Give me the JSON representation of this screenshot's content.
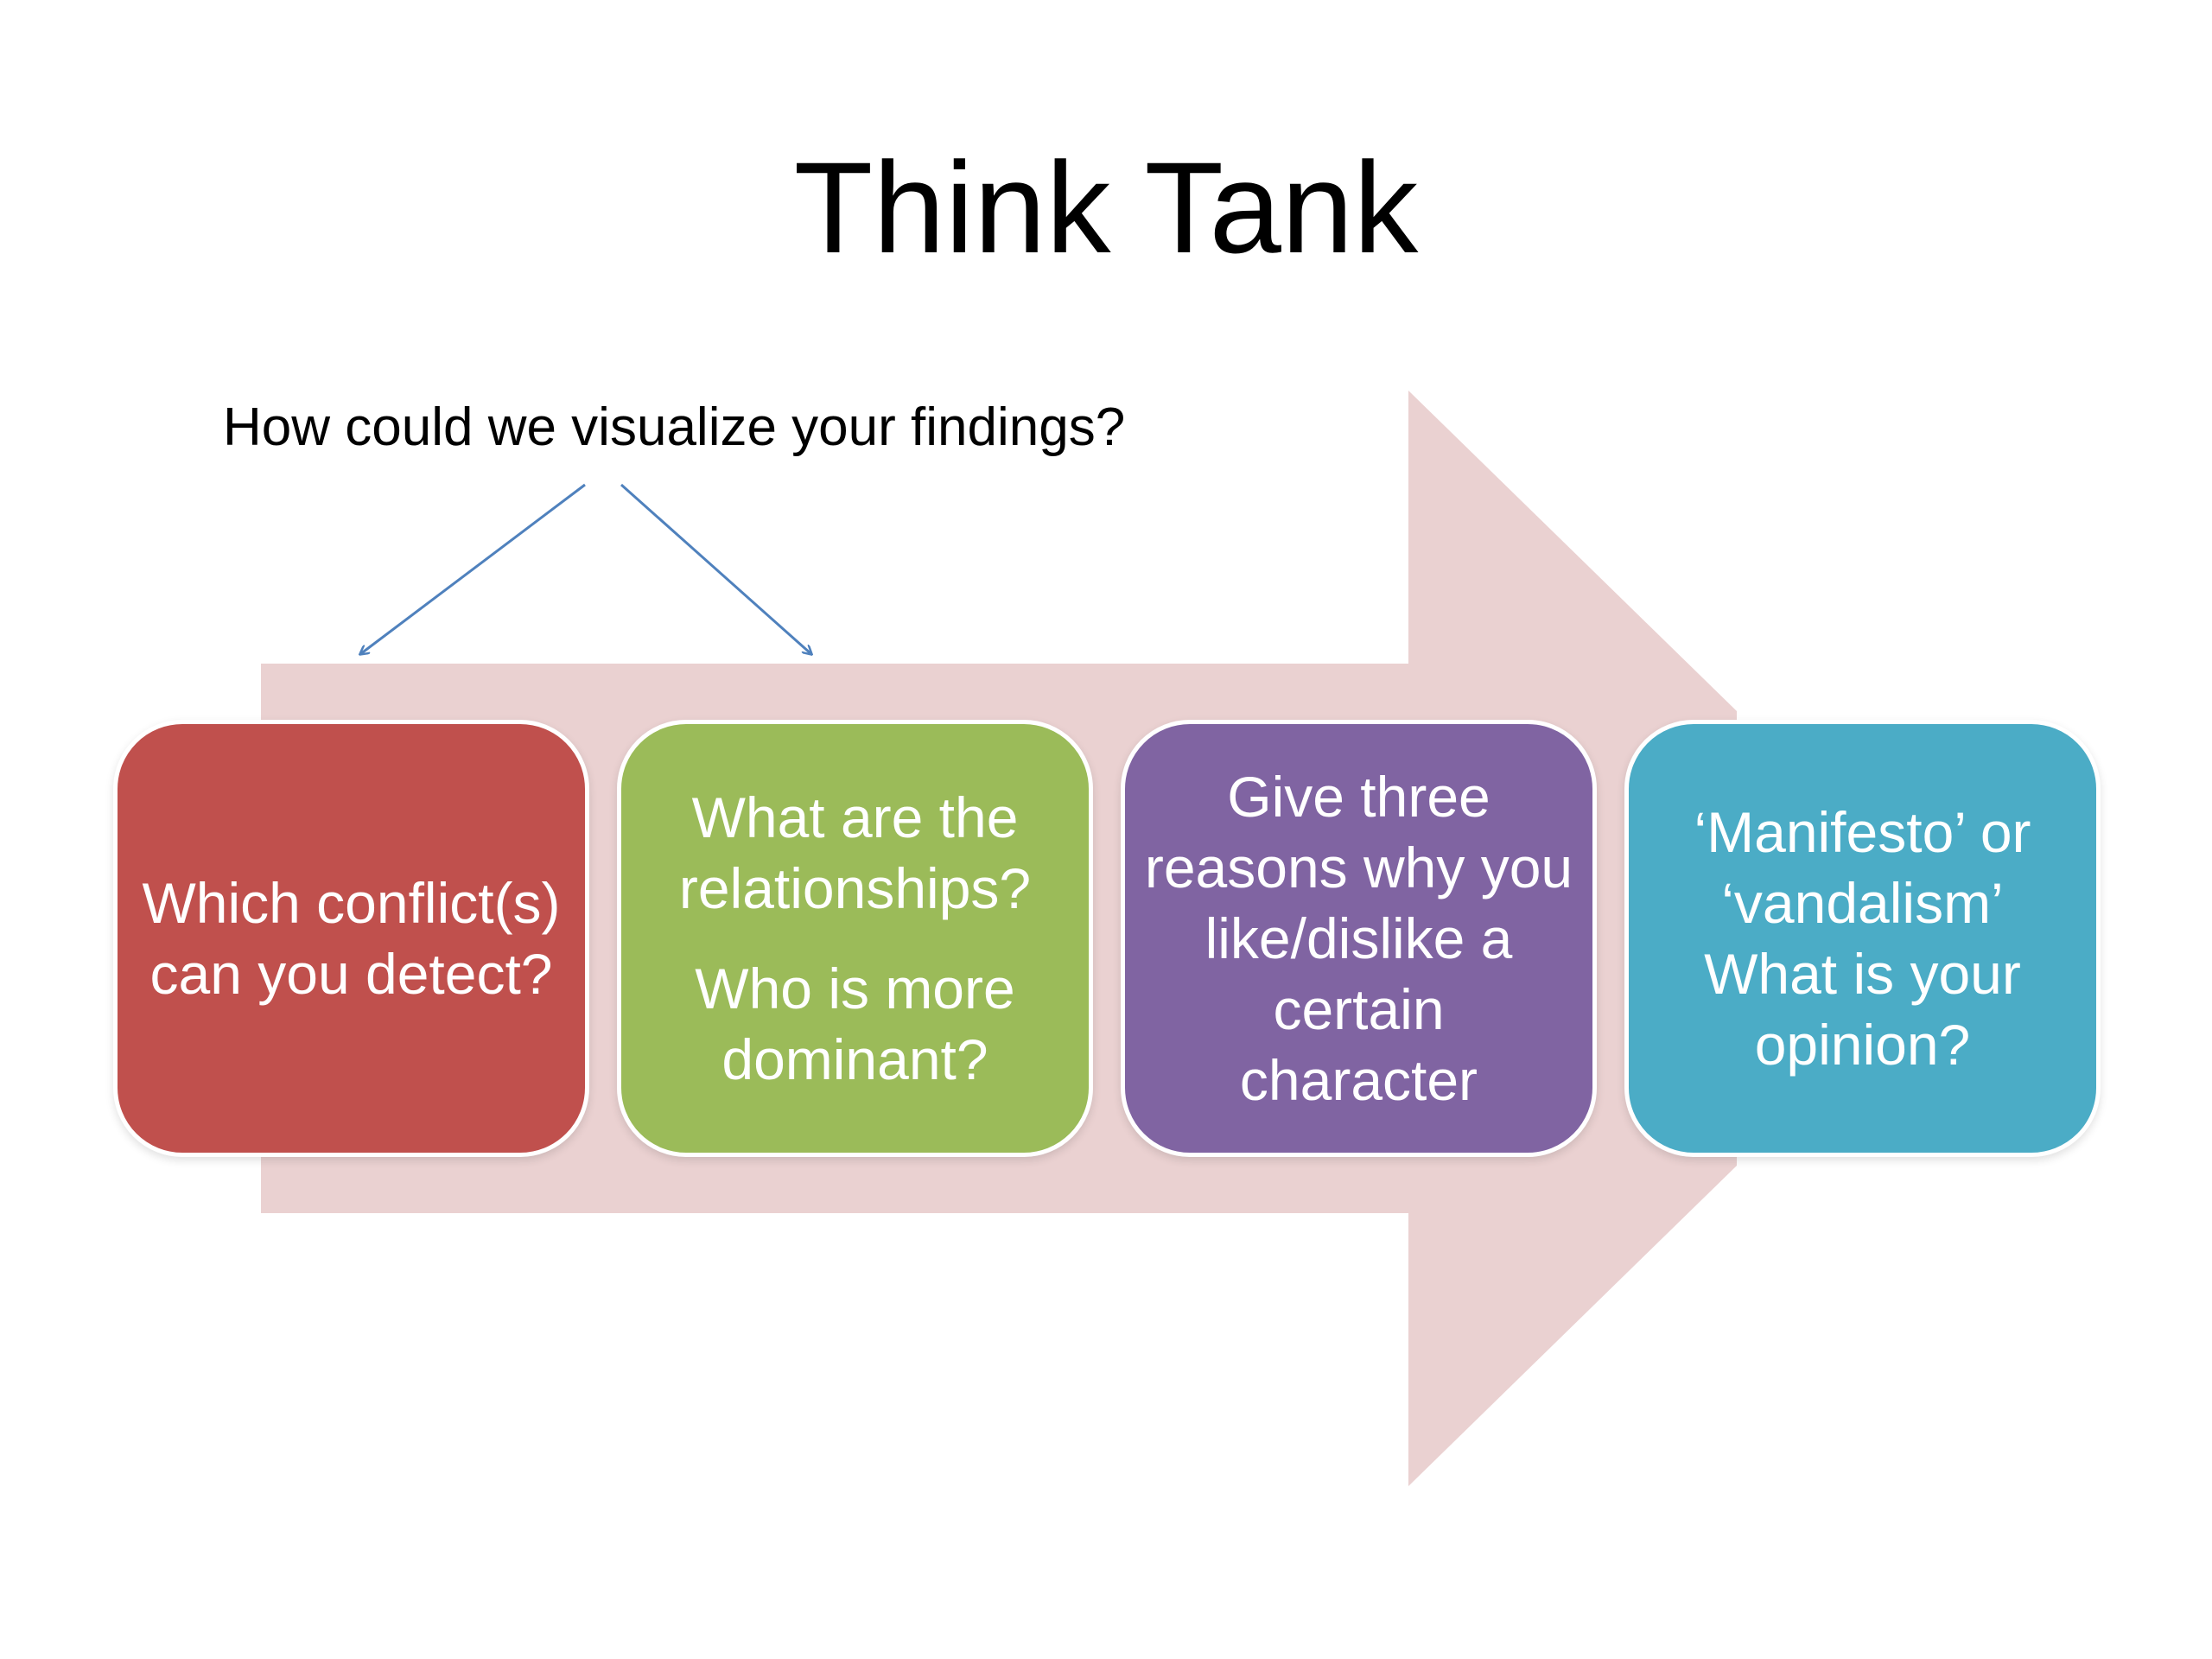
{
  "title": "Think Tank",
  "question": "How could we visualize your findings?",
  "colors": {
    "arrow": "#EAD1D1",
    "connector": "#4F81BD",
    "box_red": "#C0504D",
    "box_green": "#9BBB59",
    "box_purple": "#8064A2",
    "box_teal": "#4BACC6"
  },
  "boxes": [
    {
      "color": "#C0504D",
      "paragraphs": [
        [
          "Which conflict(s)",
          "can you detect?"
        ]
      ]
    },
    {
      "color": "#9BBB59",
      "paragraphs": [
        [
          "What are the",
          "relationships?"
        ],
        [
          "Who is more",
          "dominant?"
        ]
      ]
    },
    {
      "color": "#8064A2",
      "paragraphs": [
        [
          "Give three",
          "reasons why you",
          "like/dislike a",
          "certain",
          "character"
        ]
      ]
    },
    {
      "color": "#4BACC6",
      "paragraphs": [
        [
          "‘Manifesto’ or",
          "‘vandalism’",
          "What is your",
          "opinion?"
        ]
      ]
    }
  ]
}
